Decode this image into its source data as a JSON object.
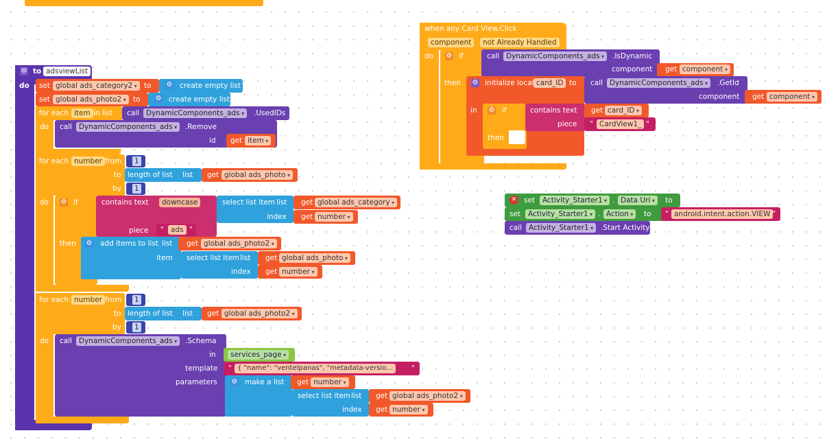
{
  "top_stub": {},
  "proc": {
    "to": "to",
    "name": "adsviewList",
    "do": "do",
    "set1": {
      "kw": "set",
      "var": "global ads_category2",
      "to": "to",
      "value": "create empty list"
    },
    "set2": {
      "kw": "set",
      "var": "global ads_photo2",
      "to": "to",
      "value": "create empty list"
    },
    "foreach1": {
      "kw": "for each",
      "item": "item",
      "in_list": "in list",
      "call": "call",
      "comp": "DynamicComponents_ads",
      "method": ".UsedIDs",
      "do": "do",
      "remove": {
        "call": "call",
        "comp": "DynamicComponents_ads",
        "method": ".Remove",
        "id": "id",
        "get": "get",
        "var": "item"
      }
    },
    "forrange1": {
      "kw": "for each",
      "var": "number",
      "from": "from",
      "from_val": "1",
      "to": "to",
      "length_of_list": "length of list",
      "list": "list",
      "get": "get",
      "to_var": "global ads_photo",
      "by": "by",
      "by_val": "1",
      "do": "do",
      "if": "if",
      "contains_text": "contains text",
      "downcase": "downcase",
      "select_list_item": "select list item",
      "list_lbl": "list",
      "sel_get": "get",
      "sel_var": "global ads_category",
      "index": "index",
      "idx_get": "get",
      "idx_var": "number",
      "piece": "piece",
      "piece_val": "ads",
      "then": "then",
      "add_items": "add items to list",
      "add_list": "list",
      "add_get": "get",
      "add_var": "global ads_photo2",
      "item": "item",
      "sel2": "select list item",
      "sel2_list": "list",
      "sel2_get": "get",
      "sel2_var": "global ads_photo",
      "index2": "index",
      "idx2_get": "get",
      "idx2_var": "number"
    },
    "forrange2": {
      "kw": "for each",
      "var": "number",
      "from": "from",
      "from_val": "1",
      "to": "to",
      "length_of_list": "length of list",
      "list": "list",
      "get": "get",
      "to_var": "global ads_photo2",
      "by": "by",
      "by_val": "1",
      "do": "do",
      "call": "call",
      "comp": "DynamicComponents_ads",
      "method": ".Schema",
      "in": "in",
      "in_val": "services_page",
      "template": "template",
      "template_val": "{  \"name\": \"ventelpanas\",         \"metadata-versio...",
      "parameters": "parameters",
      "make_list": "make a list",
      "p1_get": "get",
      "p1_var": "number",
      "sel": "select list item",
      "sel_list": "list",
      "sel_get": "get",
      "sel_var": "global ads_photo2",
      "index": "index",
      "idx_get": "get",
      "idx_var": "number"
    }
  },
  "event": {
    "title": "when any Card View.Click",
    "param1": "component",
    "param2": "not Already Handled",
    "do": "do",
    "if": "if",
    "call": "call",
    "comp": "DynamicComponents_ads",
    "method": ".IsDynamic",
    "component_lbl": "component",
    "get": "get",
    "comp_var": "component",
    "then": "then",
    "init_local": "initialize local",
    "local_name": "card_ID",
    "to": "to",
    "call2": "call",
    "comp2": "DynamicComponents_ads",
    "method2": ".GetId",
    "component2_lbl": "component",
    "get2": "get",
    "comp2_var": "component",
    "in": "in",
    "if2": "if",
    "contains_text": "contains text",
    "text_get": "get",
    "text_var": "card_ID",
    "piece": "piece",
    "piece_val": "CardView1_",
    "then2": "then"
  },
  "activity": {
    "set1": "set",
    "comp1": "Activity_Starter1",
    "prop1": "Data Uri",
    "to1": "to",
    "set2": "set",
    "comp2": "Activity_Starter1",
    "prop2": "Action",
    "to2": "to",
    "val2": "android.intent.action.VIEW",
    "call": "call",
    "comp3": "Activity_Starter1",
    "method3": ".Start Activity",
    "error_icon": "error-x-icon"
  },
  "colors": {
    "procedure": "#5b33ad",
    "control": "#ffab19",
    "logic_text": "#cc2f6d",
    "lists": "#2fa1dc",
    "variables": "#f1582a",
    "math": "#3a44a8",
    "components": "#3f9b3f"
  }
}
